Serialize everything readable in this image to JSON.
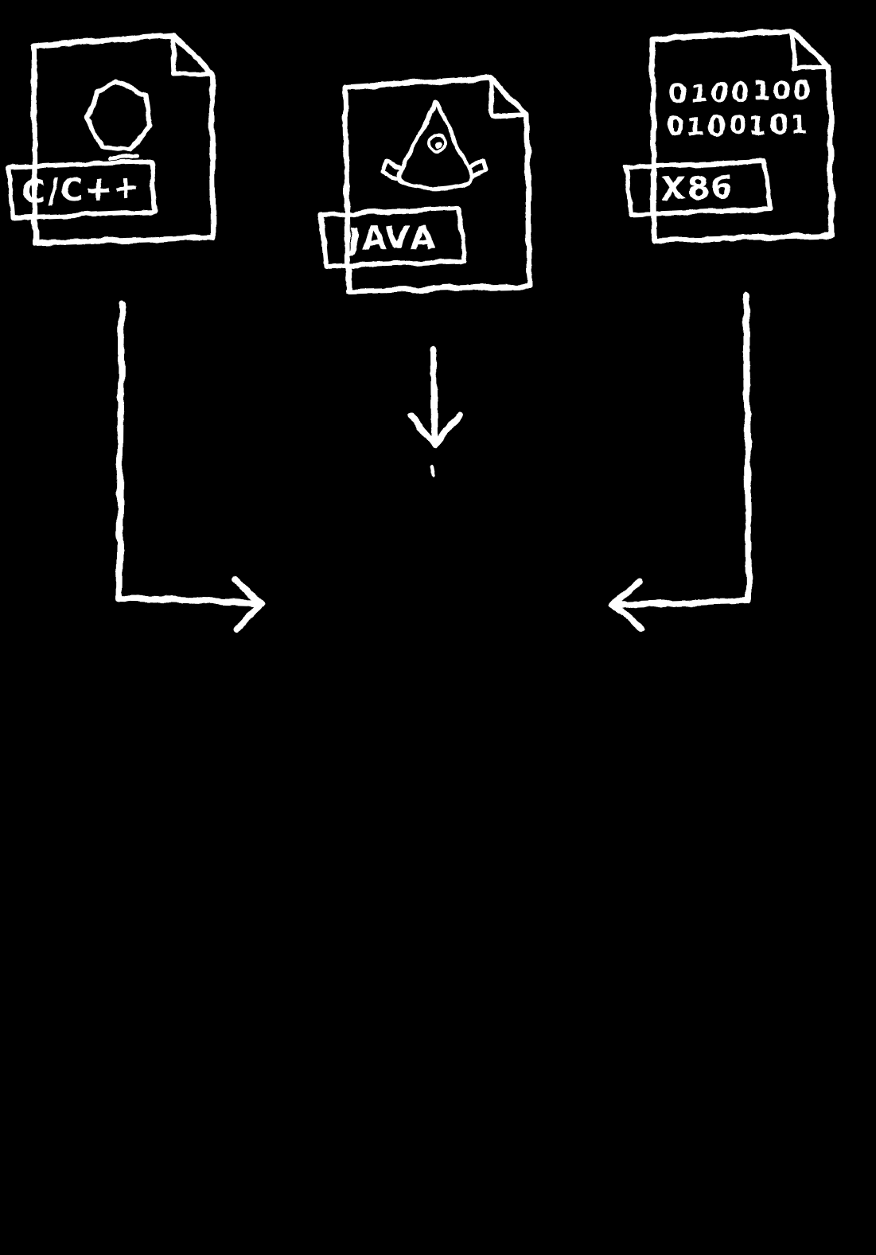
{
  "colors": {
    "background": "#000000",
    "stroke": "#ffffff"
  },
  "diagram": {
    "description": "hand-drawn chalk diagram of three source/binary files with arrows converging downward",
    "files": [
      {
        "name": "cpp-source-file",
        "label": "C/C++",
        "icon": "hexagon-icon"
      },
      {
        "name": "java-source-file",
        "label": "JAVA",
        "icon": "duke-mascot-icon"
      },
      {
        "name": "x86-binary-file",
        "label": "X86",
        "icon": "binary-code-icon",
        "binary_lines": [
          "0100100",
          "0100101"
        ]
      }
    ]
  }
}
